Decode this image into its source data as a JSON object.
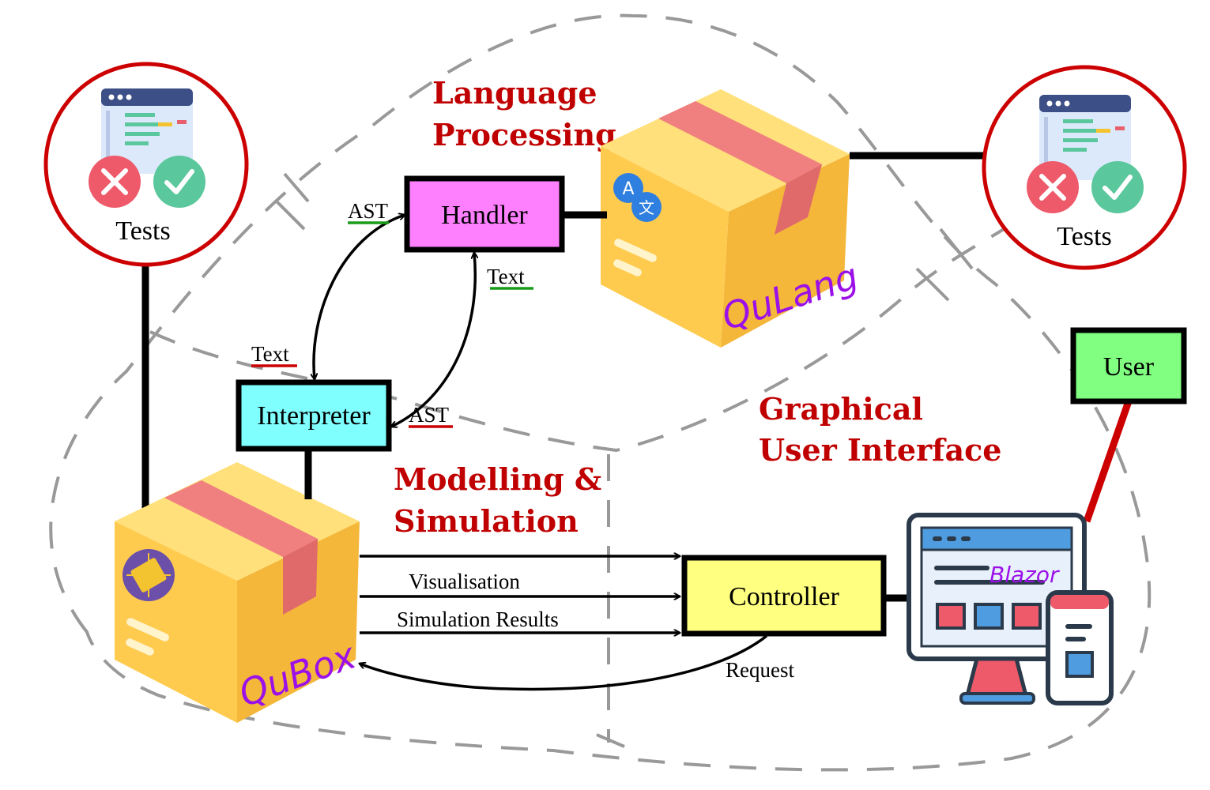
{
  "regions": {
    "language_processing": [
      "Language",
      "Processing"
    ],
    "modelling_simulation": [
      "Modelling &",
      "Simulation"
    ],
    "graphical_ui": [
      "Graphical",
      "User Interface"
    ]
  },
  "nodes": {
    "handler": "Handler",
    "interpreter": "Interpreter",
    "controller": "Controller",
    "user": "User",
    "tests_left": "Tests",
    "tests_right": "Tests"
  },
  "components": {
    "qulang": "QuLang",
    "qubox": "QuBox",
    "blazor": "Blazor"
  },
  "edge_labels": {
    "handler_to_interpreter_ast": "AST",
    "handler_from_interpreter_text": "Text",
    "interpreter_from_handler_text": "Text",
    "interpreter_from_handler_ast": "AST",
    "visualisation": "Visualisation",
    "simulation_results": "Simulation Results",
    "request": "Request"
  },
  "colors": {
    "region_title": "#c00000",
    "handler_fill": "#ff80ff",
    "interpreter_fill": "#80ffff",
    "controller_fill": "#ffff80",
    "user_fill": "#80ff80",
    "tests_ring": "#cc0000",
    "user_link": "#cc0000",
    "underline_green": "#1a9b1a",
    "underline_red": "#cc0000",
    "box_body": "#ffcb4f",
    "box_tape": "#f08080",
    "script_text": "#9b10e8"
  },
  "icons": [
    "code-window-icon",
    "fail-icon",
    "pass-icon",
    "translate-icon",
    "chip-icon",
    "monitor-icon",
    "phone-icon"
  ]
}
